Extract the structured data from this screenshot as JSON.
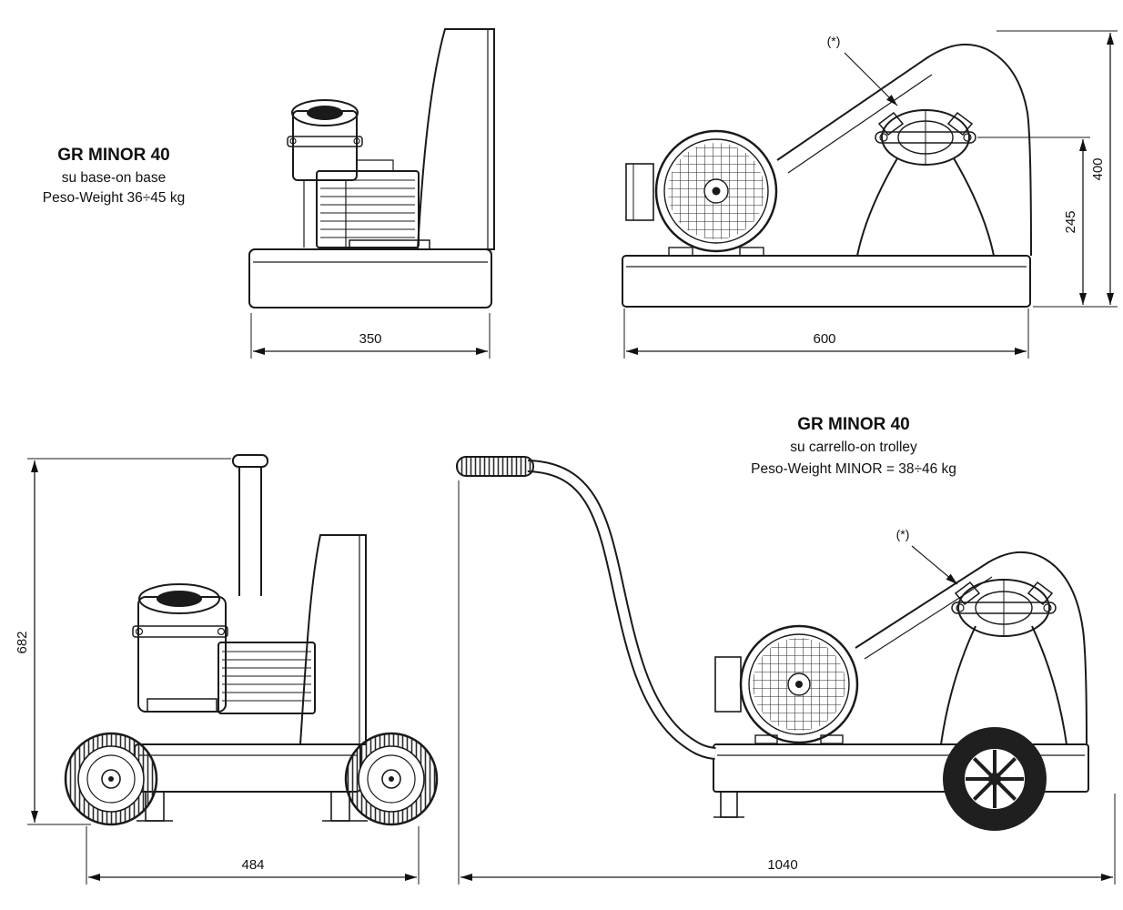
{
  "page": {
    "background": "#ffffff",
    "line_color": "#1a1a1a"
  },
  "titles": {
    "base": {
      "model": "GR MINOR 40",
      "variant": "su base-on base",
      "weight": "Peso-Weight 36÷45 kg"
    },
    "trolley": {
      "model": "GR MINOR 40",
      "variant": "su carrello-on trolley",
      "weight": "Peso-Weight  MINOR = 38÷46 kg"
    }
  },
  "dimensions": {
    "front_width": "350",
    "side_length": "600",
    "side_height": "400",
    "outlet_height": "245",
    "trolley_height": "682",
    "trolley_front_width": "484",
    "trolley_length": "1040"
  },
  "annotations": {
    "outlet_note_top": "(*)",
    "outlet_note_bottom": "(*)"
  }
}
